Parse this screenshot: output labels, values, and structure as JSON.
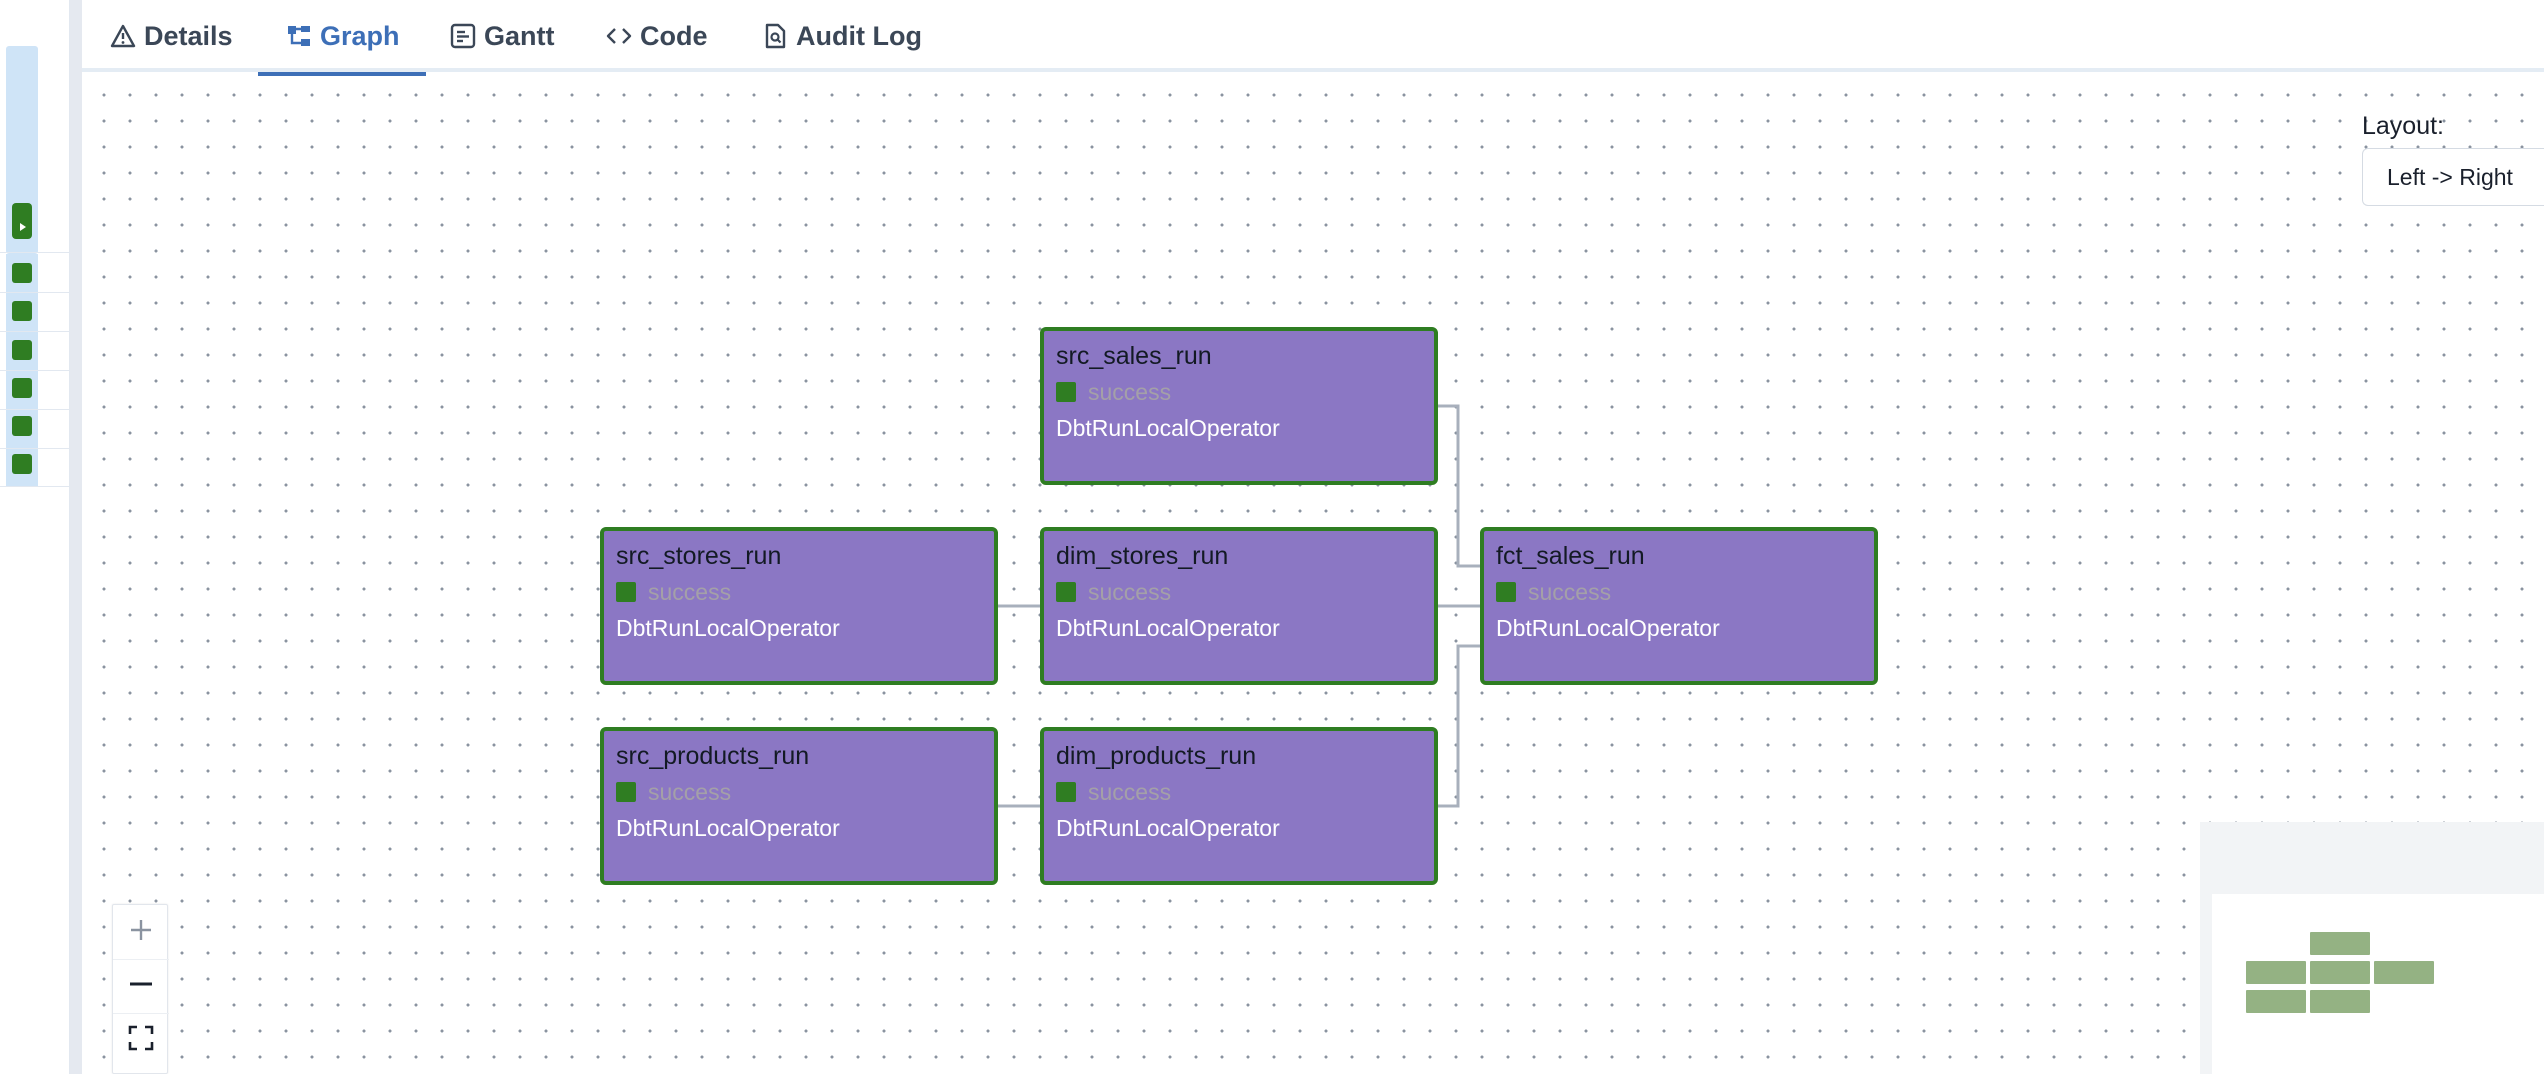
{
  "tabs": [
    {
      "label": "Details",
      "icon": "warning-triangle-icon"
    },
    {
      "label": "Graph",
      "icon": "graph-icon",
      "active": true
    },
    {
      "label": "Gantt",
      "icon": "gantt-icon"
    },
    {
      "label": "Code",
      "icon": "code-icon"
    },
    {
      "label": "Audit Log",
      "icon": "audit-log-icon"
    }
  ],
  "layout": {
    "label": "Layout:",
    "value": "Left -> Right"
  },
  "nodes": [
    {
      "id": "src_sales_run",
      "state": "success",
      "operator": "DbtRunLocalOperator"
    },
    {
      "id": "src_stores_run",
      "state": "success",
      "operator": "DbtRunLocalOperator"
    },
    {
      "id": "dim_stores_run",
      "state": "success",
      "operator": "DbtRunLocalOperator"
    },
    {
      "id": "fct_sales_run",
      "state": "success",
      "operator": "DbtRunLocalOperator"
    },
    {
      "id": "src_products_run",
      "state": "success",
      "operator": "DbtRunLocalOperator"
    },
    {
      "id": "dim_products_run",
      "state": "success",
      "operator": "DbtRunLocalOperator"
    }
  ],
  "colors": {
    "node_fill": "#8b77c4",
    "success": "#2f7d22",
    "active_tab": "#3d6fb7",
    "edge": "#a8b0bc",
    "minimap_node": "#94b283"
  },
  "zoom_controls": [
    "zoom-in-icon",
    "zoom-out-icon",
    "fit-view-icon"
  ]
}
